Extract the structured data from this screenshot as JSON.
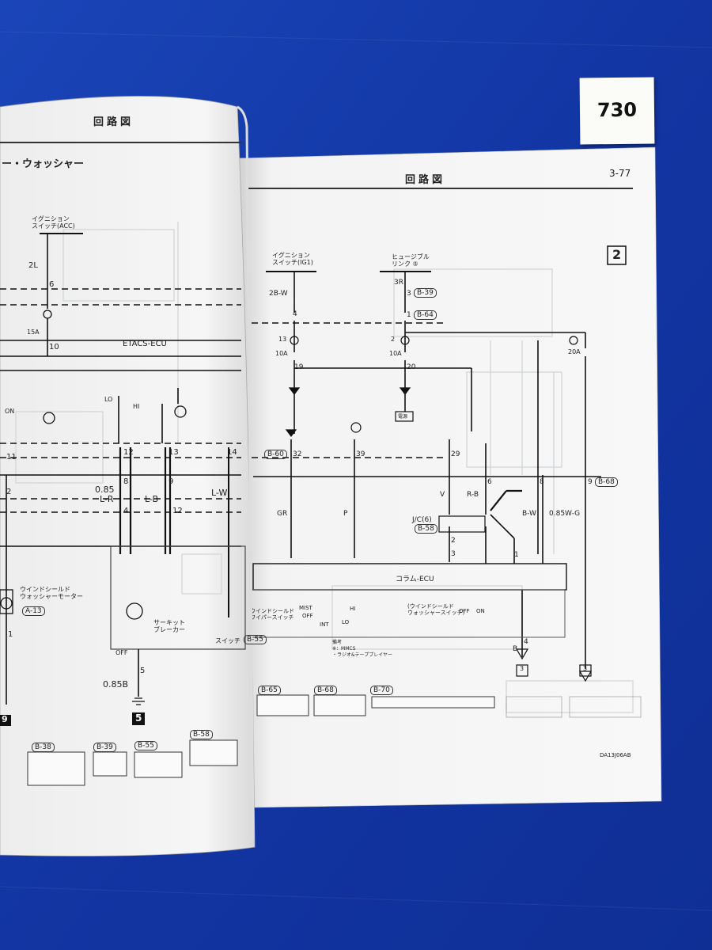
{
  "sticker": {
    "number": "730"
  },
  "left_page": {
    "header": "回路図",
    "title": "ー・ウォッシャー",
    "ignition_switch": "イグニション\nスイッチ(ACC)",
    "ecu": "ETACS-ECU",
    "washer_motor": "ウインドシールド\nウォッシャーモーター",
    "washer_motor_ref": "A-13",
    "circuit_breaker": "サーキット\nブレーカー",
    "switch_ref": "B-55",
    "switch_label": "スイッチ",
    "wire_labels": [
      "2L",
      "6",
      "15A",
      "10",
      "11",
      "12",
      "13",
      "14",
      "2",
      "8",
      "9",
      "0.85",
      "L-R",
      "L-B",
      "L-W",
      "4",
      "12",
      "0.85B",
      "5",
      "1",
      "LO",
      "HI",
      "ON",
      "OFF"
    ],
    "connectors": [
      "B-38",
      "B-39",
      "B-55",
      "B-58"
    ],
    "page_marks": [
      "9",
      "5"
    ]
  },
  "right_page": {
    "header": "回路図",
    "page_number": "3-77",
    "box_number": "2",
    "ignition_switch": "イグニション\nスイッチ(IG1)",
    "fusible_link": "ヒュージブル\nリンク ⑤",
    "refs": [
      "B-39",
      "B-64",
      "B-60",
      "B-58",
      "B-68"
    ],
    "wire_labels": [
      "2B-W",
      "3R",
      "3",
      "1",
      "4",
      "13",
      "10A",
      "19",
      "2",
      "20",
      "10A",
      "20A",
      "32",
      "39",
      "29",
      "6",
      "8",
      "9",
      "GR",
      "P",
      "V",
      "R-B",
      "B-W",
      "0.85W-G",
      "J/C(6)",
      "2",
      "3",
      "1",
      "4",
      "B",
      "3",
      "3"
    ],
    "ecu": "コラム-ECU",
    "wiper_switch": "ウインドシールド\nワイパースイッチ",
    "washer_switch": "(ウインドシールド\nウォッシャースイッチ)",
    "switch_positions": [
      "MIST",
      "OFF",
      "INT",
      "LO",
      "HI",
      "OFF",
      "ON"
    ],
    "note": "備考\n※：MMCS\n・ラジオ&テーププレイヤー",
    "ground": "電源",
    "connectors": [
      "B-65",
      "B-68",
      "B-70"
    ],
    "code": "DA13J06AB"
  }
}
